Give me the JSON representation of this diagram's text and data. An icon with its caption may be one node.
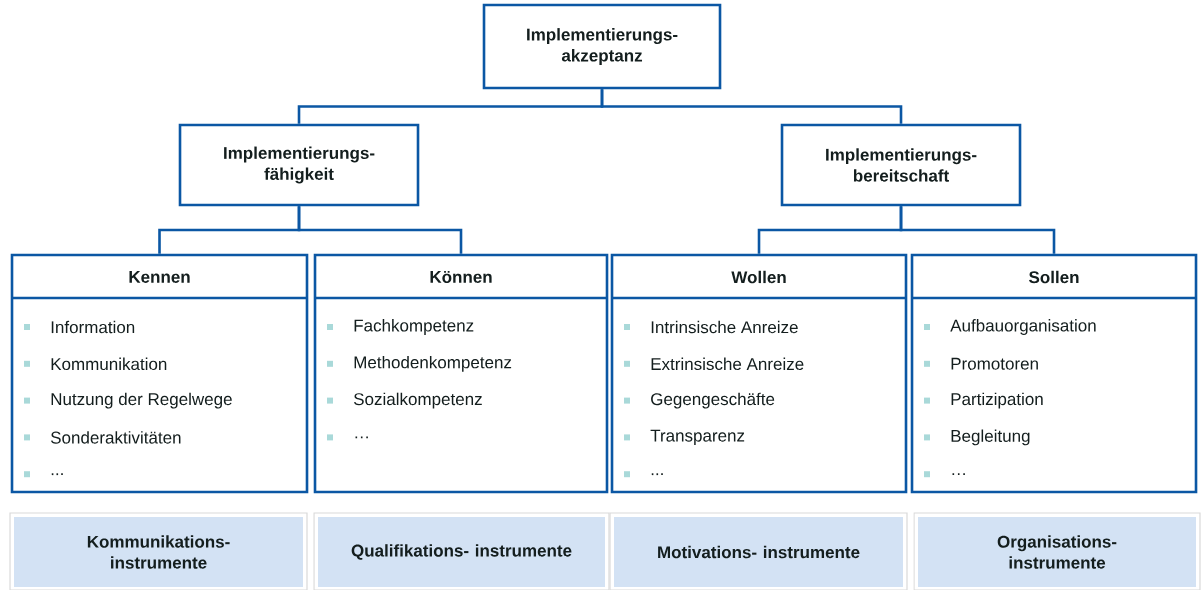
{
  "diagram": {
    "nodes": [
      {
        "text": [
          "Implementierungs- akzeptanz"
        ]
      },
      {
        "text": [
          "Implementierungs- fähigkeit"
        ]
      },
      {
        "text": [
          "Implementierungs- bereitschaft"
        ]
      },
      {
        "text": [
          "Kennen",
          "Information",
          "Kommunikation",
          "Nutzung der Regelwege",
          "Sonderaktivitäten",
          "..."
        ]
      },
      {
        "text": [
          "Können",
          "Fachkompetenz",
          "Methodenkompetenz",
          "Sozialkompetenz",
          "…"
        ]
      },
      {
        "text": [
          "Wollen",
          "Intrinsische Anreize",
          "Extrinsische Anreize",
          "Gegengeschäfte",
          "Transparenz",
          "..."
        ]
      },
      {
        "text": [
          "Sollen",
          "Aufbauorganisation",
          "Promotoren",
          "Partizipation",
          "Begleitung",
          "…"
        ]
      },
      {
        "text": [
          "Kommunikations- instrumente"
        ]
      },
      {
        "text": [
          "Qualifikations- instrumente"
        ]
      },
      {
        "text": [
          "Motivations- instrumente"
        ]
      },
      {
        "text": [
          "Organisations- instrumente"
        ]
      }
    ],
    "edges": [
      {
        "from": 0,
        "to": 1,
        "arrow": "none"
      },
      {
        "from": 0,
        "to": 2,
        "arrow": "none"
      },
      {
        "from": 1,
        "to": 3,
        "arrow": "none"
      },
      {
        "from": 1,
        "to": 4,
        "arrow": "none"
      },
      {
        "from": 2,
        "to": 5,
        "arrow": "none"
      },
      {
        "from": 2,
        "to": 6,
        "arrow": "none"
      }
    ]
  }
}
